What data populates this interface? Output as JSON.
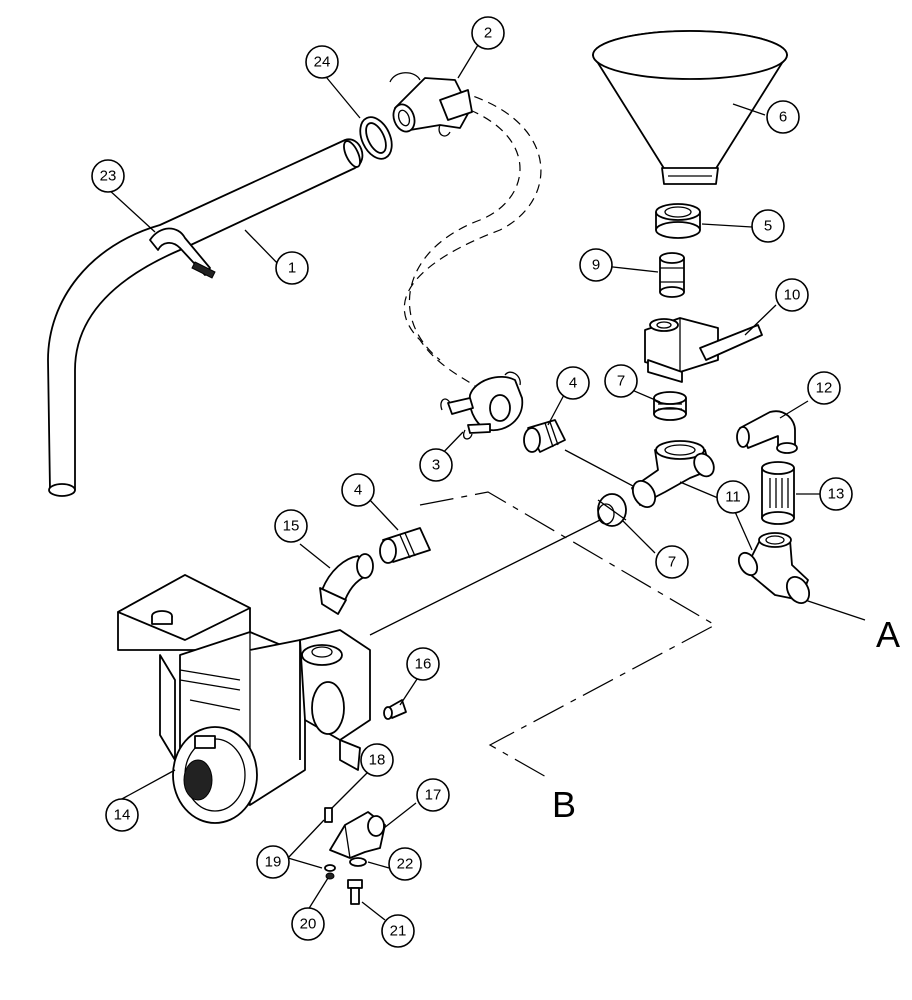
{
  "callouts": [
    {
      "num": "1"
    },
    {
      "num": "2"
    },
    {
      "num": "3"
    },
    {
      "num": "4"
    },
    {
      "num": "4"
    },
    {
      "num": "5"
    },
    {
      "num": "6"
    },
    {
      "num": "7"
    },
    {
      "num": "7"
    },
    {
      "num": "9"
    },
    {
      "num": "10"
    },
    {
      "num": "11"
    },
    {
      "num": "12"
    },
    {
      "num": "13"
    },
    {
      "num": "14"
    },
    {
      "num": "15"
    },
    {
      "num": "16"
    },
    {
      "num": "17"
    },
    {
      "num": "18"
    },
    {
      "num": "19"
    },
    {
      "num": "20"
    },
    {
      "num": "21"
    },
    {
      "num": "22"
    },
    {
      "num": "23"
    },
    {
      "num": "24"
    }
  ],
  "refs": {
    "a": "A",
    "b": "B"
  }
}
